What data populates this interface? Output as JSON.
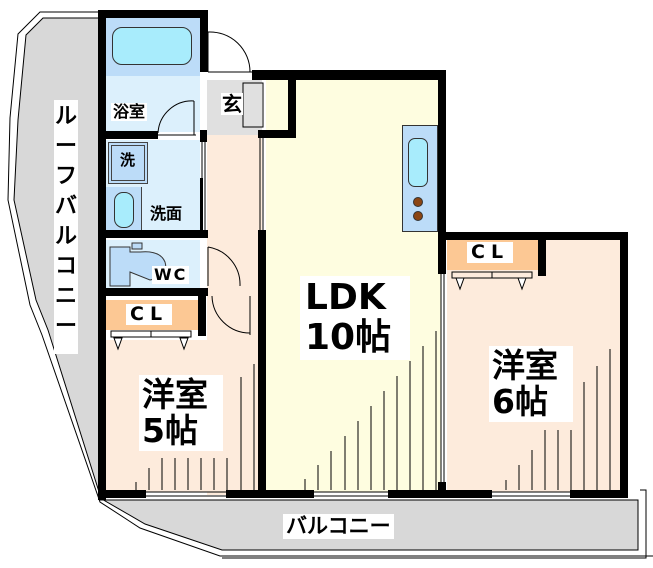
{
  "floorplan": {
    "rooms": {
      "roof_balcony": {
        "label": "ルーフバルコニー"
      },
      "bathroom": {
        "label": "浴室"
      },
      "entrance": {
        "label": "玄"
      },
      "washer": {
        "label": "洗"
      },
      "washroom": {
        "label": "洗面"
      },
      "toilet": {
        "label": "WC"
      },
      "closet_left": {
        "label": "CL"
      },
      "western_room_5": {
        "label_line1": "洋室",
        "label_line2": "5帖"
      },
      "ldk": {
        "label_line1": "LDK",
        "label_line2": "10帖"
      },
      "closet_right": {
        "label": "CL"
      },
      "western_room_6": {
        "label_line1": "洋室",
        "label_line2": "6帖"
      },
      "balcony": {
        "label": "バルコニー"
      }
    },
    "colors": {
      "balcony_gray": "#d8d8d8",
      "bath_blue": "#bcdcf8",
      "bathtub_cyan": "#a8ecfc",
      "wash_blue": "#dcf0fc",
      "entrance_gray": "#e0e0e0",
      "closet_orange": "#fcc894",
      "room_peach": "#fdebdc",
      "ldk_cream": "#fefde0",
      "burner_brown": "#8b4513"
    }
  }
}
